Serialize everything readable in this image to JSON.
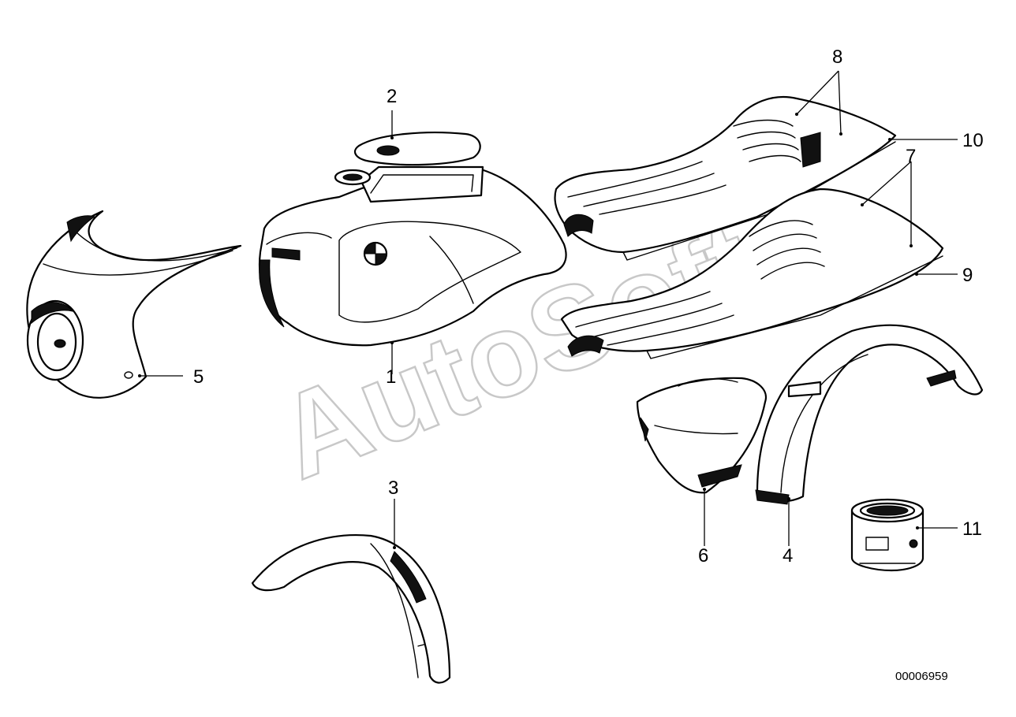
{
  "watermark": "AutoSoft",
  "diagram_id": "00006959",
  "callouts": [
    "1",
    "2",
    "3",
    "4",
    "5",
    "6",
    "7",
    "8",
    "9",
    "10",
    "11"
  ]
}
